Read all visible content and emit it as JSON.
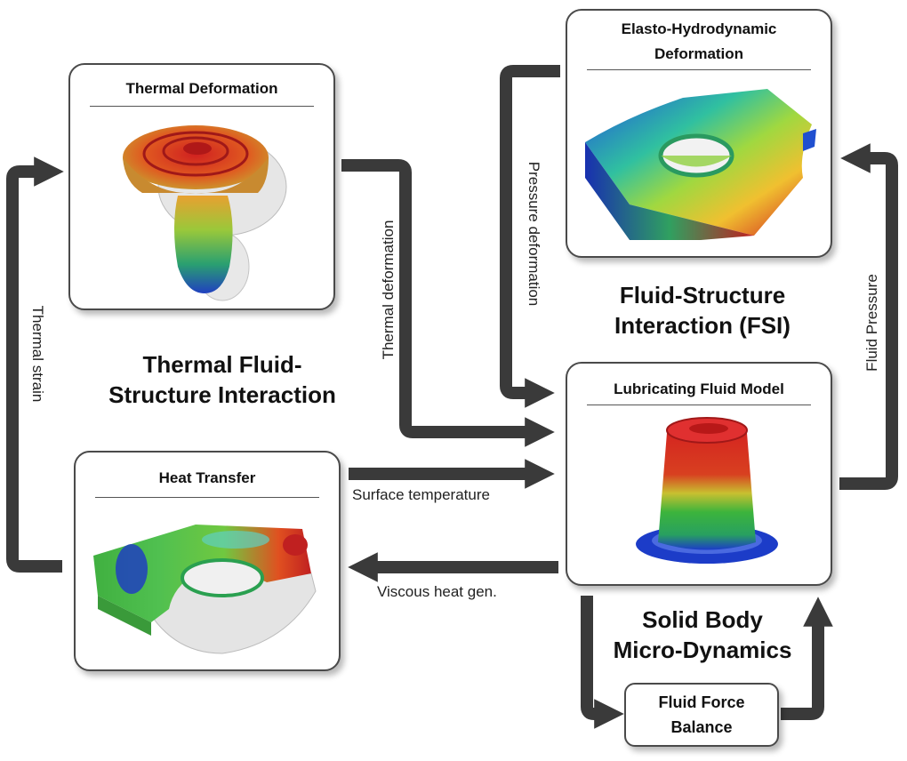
{
  "cards": {
    "thermal_deformation": "Thermal Deformation",
    "elasto_hydrodynamic": [
      "Elasto-Hydrodynamic",
      "Deformation"
    ],
    "heat_transfer": "Heat Transfer",
    "lubricating_fluid": "Lubricating Fluid Model",
    "fluid_force": [
      "Fluid Force",
      "Balance"
    ]
  },
  "sections": {
    "thermal_fsi": [
      "Thermal Fluid-",
      "Structure Interaction"
    ],
    "fsi": [
      "Fluid-Structure",
      "Interaction (FSI)"
    ],
    "solid_body": [
      "Solid Body",
      "Micro-Dynamics"
    ]
  },
  "arrow_labels": {
    "thermal_strain": "Thermal strain",
    "thermal_deformation": "Thermal deformation",
    "pressure_deformation": "Pressure deformation",
    "fluid_pressure": "Fluid Pressure",
    "surface_temperature": "Surface temperature",
    "viscous_heat": "Viscous heat gen."
  },
  "colors": {
    "arrow": "#3a3a3a",
    "contour_red": "#d42020",
    "contour_green": "#3cb43c",
    "contour_blue": "#1c3cc8"
  }
}
